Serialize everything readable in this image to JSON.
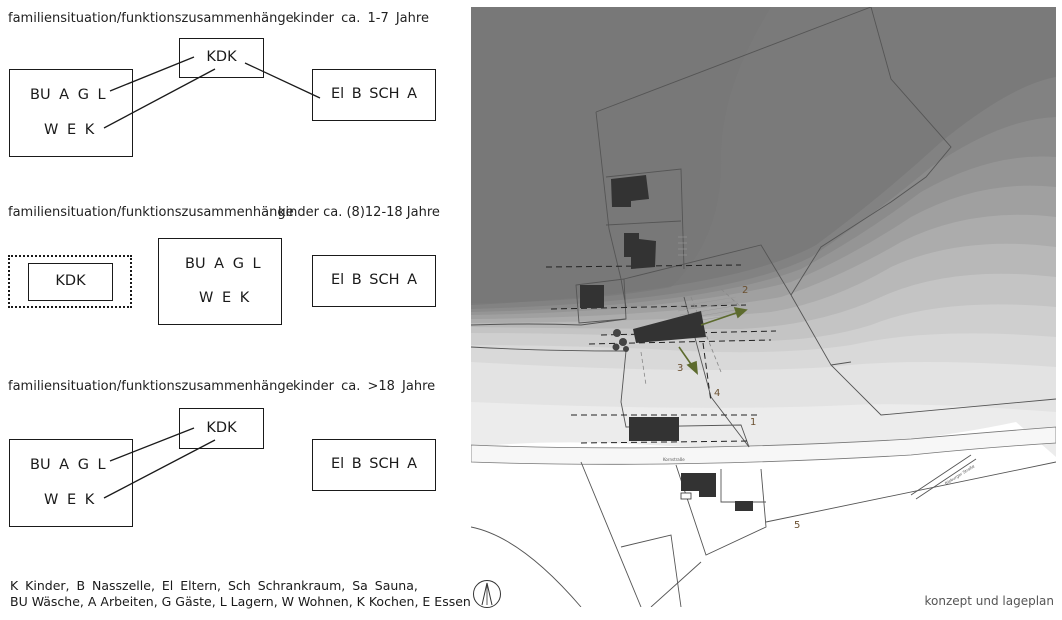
{
  "section1": {
    "title": "familiensituation/funktionszusammenhänge",
    "age": "kinder ca. 1-7 Jahre",
    "kdk": "KDK",
    "left_row1": "BU A G L",
    "left_row2": "W E K",
    "right": "El B SCH A"
  },
  "section2": {
    "title": "familiensituation/funktionszusammenhänge",
    "age": "kinder ca. (8)12-18 Jahre",
    "kdk": "KDK",
    "mid_row1": "BU A G L",
    "mid_row2": "W E K",
    "right": "El B SCH A"
  },
  "section3": {
    "title": "familiensituation/funktionszusammenhänge",
    "age": "kinder ca. >18 Jahre",
    "kdk": "KDK",
    "left_row1": "BU A G L",
    "left_row2": "W E K",
    "right": "El B SCH A"
  },
  "legend": {
    "line1": "K Kinder, B Nasszelle, El Eltern, Sch Schrankraum, Sa Sauna,",
    "line2": "BU Wäsche, A Arbeiten, G Gäste, L Lagern, W Wohnen, K Kochen, E Essen"
  },
  "map": {
    "markers": [
      "1",
      "2",
      "3",
      "4",
      "5"
    ],
    "road_label": "Kornstraße",
    "street_label": "Bieburger Straße",
    "colors": {
      "building": "#333333",
      "arrow": "#5d6b2e",
      "marker": "#6b5030"
    }
  },
  "caption": "konzept und lageplan",
  "north_icon": "north-arrow-icon"
}
